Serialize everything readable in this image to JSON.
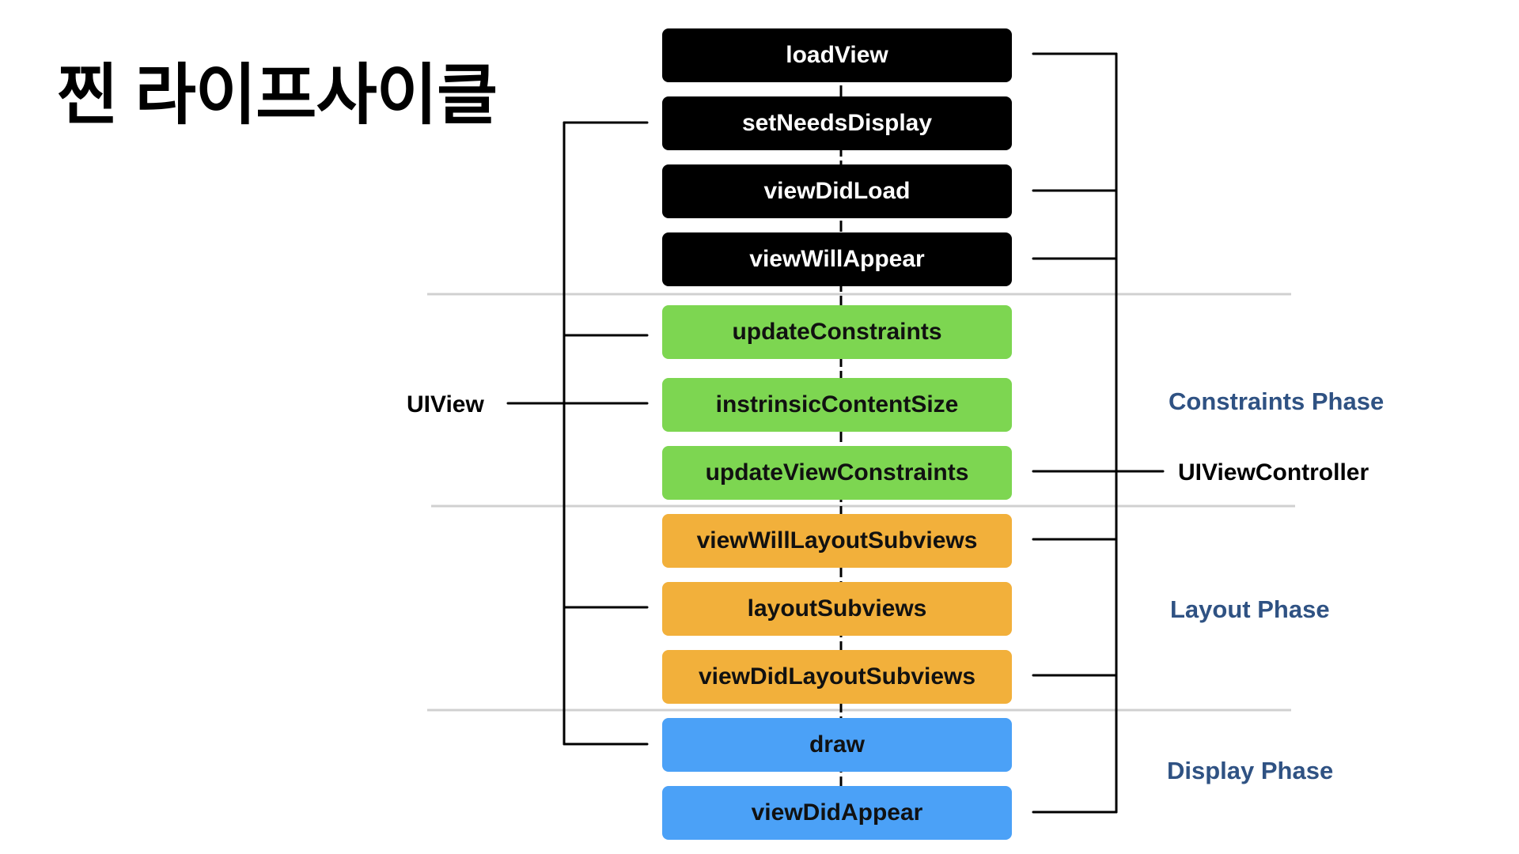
{
  "title": "찐 라이프사이클",
  "colors": {
    "view_controller_steps": "#000000",
    "constraints_phase": "#7dd651",
    "layout_phase": "#f2b03b",
    "display_phase": "#4ba1f7",
    "phase_label": "#2f5283",
    "separator": "#d0d0d0"
  },
  "steps": [
    {
      "label": "loadView"
    },
    {
      "label": "setNeedsDisplay"
    },
    {
      "label": "viewDidLoad"
    },
    {
      "label": "viewWillAppear"
    },
    {
      "label": "updateConstraints"
    },
    {
      "label": "instrinsicContentSize"
    },
    {
      "label": "updateViewConstraints"
    },
    {
      "label": "viewWillLayoutSubviews"
    },
    {
      "label": "layoutSubviews"
    },
    {
      "label": "viewDidLayoutSubviews"
    },
    {
      "label": "draw"
    },
    {
      "label": "viewDidAppear"
    }
  ],
  "labels": {
    "uiview": "UIView",
    "uiviewcontroller": "UIViewController"
  },
  "phases": {
    "constraints": "Constraints Phase",
    "layout": "Layout Phase",
    "display": "Display Phase"
  }
}
